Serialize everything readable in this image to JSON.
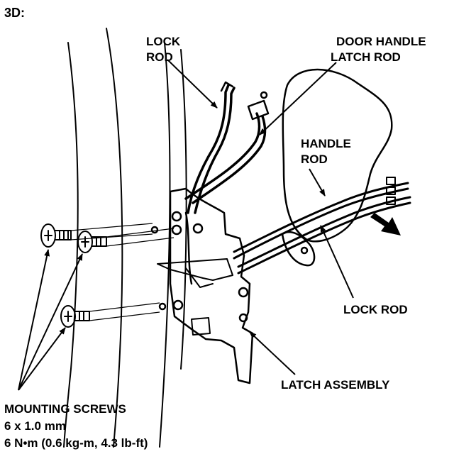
{
  "figure_label": "3D:",
  "labels": {
    "lock_rod_top_line1": "LOCK",
    "lock_rod_top_line2": "ROD",
    "door_handle_line1": "DOOR HANDLE",
    "door_handle_line2": "LATCH ROD",
    "handle_rod_line1": "HANDLE",
    "handle_rod_line2": "ROD",
    "lock_rod_bottom": "LOCK ROD",
    "latch_assembly": "LATCH ASSEMBLY",
    "mounting_screws": "MOUNTING SCREWS",
    "screw_size": "6 x 1.0 mm",
    "torque": "6 N•m (0.6 kg-m, 4.3 lb-ft)"
  },
  "colors": {
    "ink": "#000000",
    "paper": "#ffffff"
  },
  "icons": {
    "direction_arrow": "arrow-down-right-icon"
  }
}
